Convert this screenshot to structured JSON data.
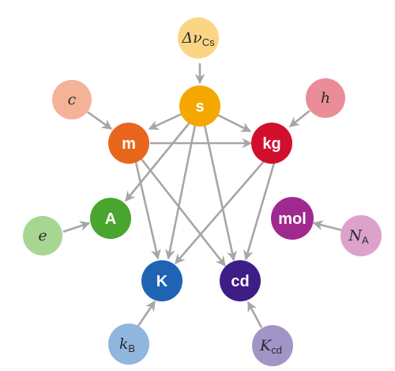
{
  "base_units": {
    "s": {
      "label": "s",
      "color": "#f5a800"
    },
    "m": {
      "label": "m",
      "color": "#e8661c"
    },
    "kg": {
      "label": "kg",
      "color": "#d10f2c"
    },
    "A": {
      "label": "A",
      "color": "#4aa52e"
    },
    "K": {
      "label": "K",
      "color": "#1f64b4"
    },
    "cd": {
      "label": "cd",
      "color": "#3f1d87"
    },
    "mol": {
      "label": "mol",
      "color": "#a0298f"
    }
  },
  "constants": {
    "dnu": {
      "symbol": "Δν",
      "subscript": "Cs",
      "color": "#fbd584"
    },
    "c": {
      "symbol": "c",
      "subscript": "",
      "color": "#f4b296"
    },
    "h": {
      "symbol": "h",
      "subscript": "",
      "color": "#ea8d98"
    },
    "e": {
      "symbol": "e",
      "subscript": "",
      "color": "#a7d693"
    },
    "NA": {
      "symbol": "N",
      "subscript": "A",
      "color": "#dca2cc"
    },
    "kB": {
      "symbol": "k",
      "subscript": "B",
      "color": "#90b6de"
    },
    "Kcd": {
      "symbol": "K",
      "subscript": "cd",
      "color": "#a195c8"
    }
  },
  "edge_color": "#a6a6a6"
}
